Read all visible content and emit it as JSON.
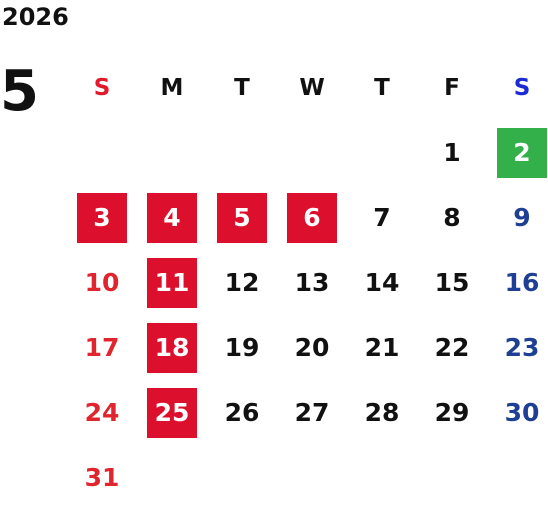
{
  "calendar": {
    "year": "2026",
    "month": "5",
    "weekdays": [
      "S",
      "M",
      "T",
      "W",
      "T",
      "F",
      "S"
    ],
    "colors": {
      "sunday_header": "#e01a2b",
      "saturday_header": "#1a2bd6",
      "sunday_day": "#e0252e",
      "saturday_day": "#1f3f94",
      "holiday_box": "#dc0f2d",
      "highlight_box": "#34b04a"
    },
    "weeks": [
      [
        {
          "day": ""
        },
        {
          "day": ""
        },
        {
          "day": ""
        },
        {
          "day": ""
        },
        {
          "day": ""
        },
        {
          "day": "1"
        },
        {
          "day": "2",
          "style": "today"
        }
      ],
      [
        {
          "day": "3",
          "style": "holiday"
        },
        {
          "day": "4",
          "style": "holiday"
        },
        {
          "day": "5",
          "style": "holiday"
        },
        {
          "day": "6",
          "style": "holiday"
        },
        {
          "day": "7"
        },
        {
          "day": "8"
        },
        {
          "day": "9"
        }
      ],
      [
        {
          "day": "10"
        },
        {
          "day": "11",
          "style": "holiday"
        },
        {
          "day": "12"
        },
        {
          "day": "13"
        },
        {
          "day": "14"
        },
        {
          "day": "15"
        },
        {
          "day": "16"
        }
      ],
      [
        {
          "day": "17"
        },
        {
          "day": "18",
          "style": "holiday"
        },
        {
          "day": "19"
        },
        {
          "day": "20"
        },
        {
          "day": "21"
        },
        {
          "day": "22"
        },
        {
          "day": "23"
        }
      ],
      [
        {
          "day": "24"
        },
        {
          "day": "25",
          "style": "holiday"
        },
        {
          "day": "26"
        },
        {
          "day": "27"
        },
        {
          "day": "28"
        },
        {
          "day": "29"
        },
        {
          "day": "30"
        }
      ],
      [
        {
          "day": "31"
        },
        {
          "day": ""
        },
        {
          "day": ""
        },
        {
          "day": ""
        },
        {
          "day": ""
        },
        {
          "day": ""
        },
        {
          "day": ""
        }
      ]
    ]
  }
}
